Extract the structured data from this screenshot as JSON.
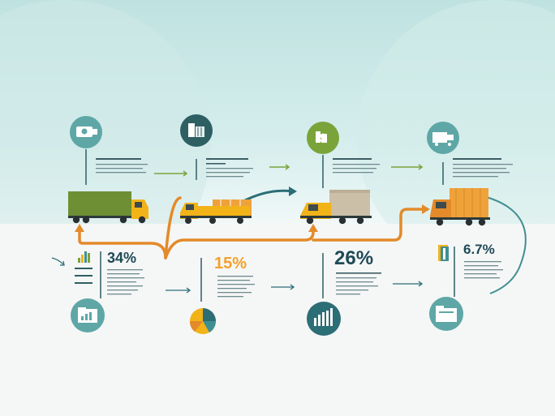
{
  "stats": [
    {
      "value": "34%",
      "color": "#1f4a57"
    },
    {
      "value": "15%",
      "color": "#f2a22c"
    },
    {
      "value": "26%",
      "color": "#1f4a57"
    },
    {
      "value": "6.7%",
      "color": "#1f4a57"
    }
  ],
  "stage_icons": [
    "camera-icon",
    "cargo-box-icon",
    "dollar-icon",
    "truck-icon"
  ],
  "bottom_icons": [
    "folder-chart-icon",
    "pie-chart-icon",
    "bar-chart-icon",
    "folder-icon"
  ],
  "colors": {
    "teal": "#3f8f92",
    "dark_teal": "#2b5e63",
    "green": "#7aa43a",
    "orange": "#e38a2a",
    "yellow": "#f2b318",
    "trailer_green": "#6e8f34",
    "trailer_beige": "#cbbfa8",
    "trailer_orange": "#f0a23a"
  }
}
